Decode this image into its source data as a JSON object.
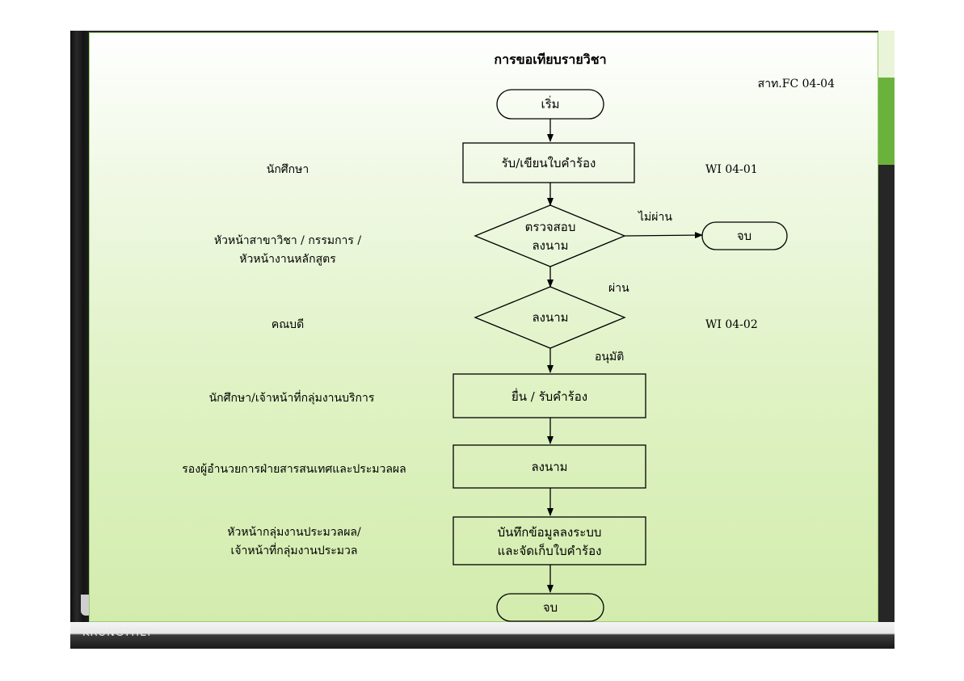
{
  "title": "การขอเทียบรายวิชา",
  "doc_code": "สาท.FC 04-04",
  "branding": {
    "logo_text": "KRUNGTHEP",
    "logo_icon": "university-logo-icon"
  },
  "colors": {
    "panel_gradient_top": "#ffffff",
    "panel_gradient_bottom": "#d3ecad",
    "accent_green": "#6bb23d"
  },
  "nodes": {
    "start": "เริ่ม",
    "step1": "รับ/เขียนใบคำร้อง",
    "decision1": [
      "ตรวจสอบ",
      "ลงนาม"
    ],
    "end_reject": "จบ",
    "decision2": "ลงนาม",
    "step2": "ยื่น / รับคำร้อง",
    "step3": "ลงนาม",
    "step4": [
      "บันทึกข้อมูลลงระบบ",
      "และจัดเก็บใบคำร้อง"
    ],
    "end": "จบ"
  },
  "edge_labels": {
    "fail": "ไม่ผ่าน",
    "pass": "ผ่าน",
    "approve": "อนุมัติ"
  },
  "roles": [
    {
      "lines": [
        "นักศึกษา"
      ]
    },
    {
      "lines": [
        "หัวหน้าสาขาวิชา / กรรมการ /",
        "หัวหน้างานหลักสูตร"
      ]
    },
    {
      "lines": [
        "คณบดี"
      ]
    },
    {
      "lines": [
        "นักศึกษา/เจ้าหน้าที่กลุ่มงานบริการ"
      ]
    },
    {
      "lines": [
        "รองผู้อำนวยการฝ่ายสารสนเทศและประมวลผล"
      ]
    },
    {
      "lines": [
        "หัวหน้ากลุ่มงานประมวลผล/",
        "เจ้าหน้าที่กลุ่มงานประมวล"
      ]
    }
  ],
  "forms": {
    "step1": "WI 04-01",
    "decision2": "WI 04-02"
  }
}
